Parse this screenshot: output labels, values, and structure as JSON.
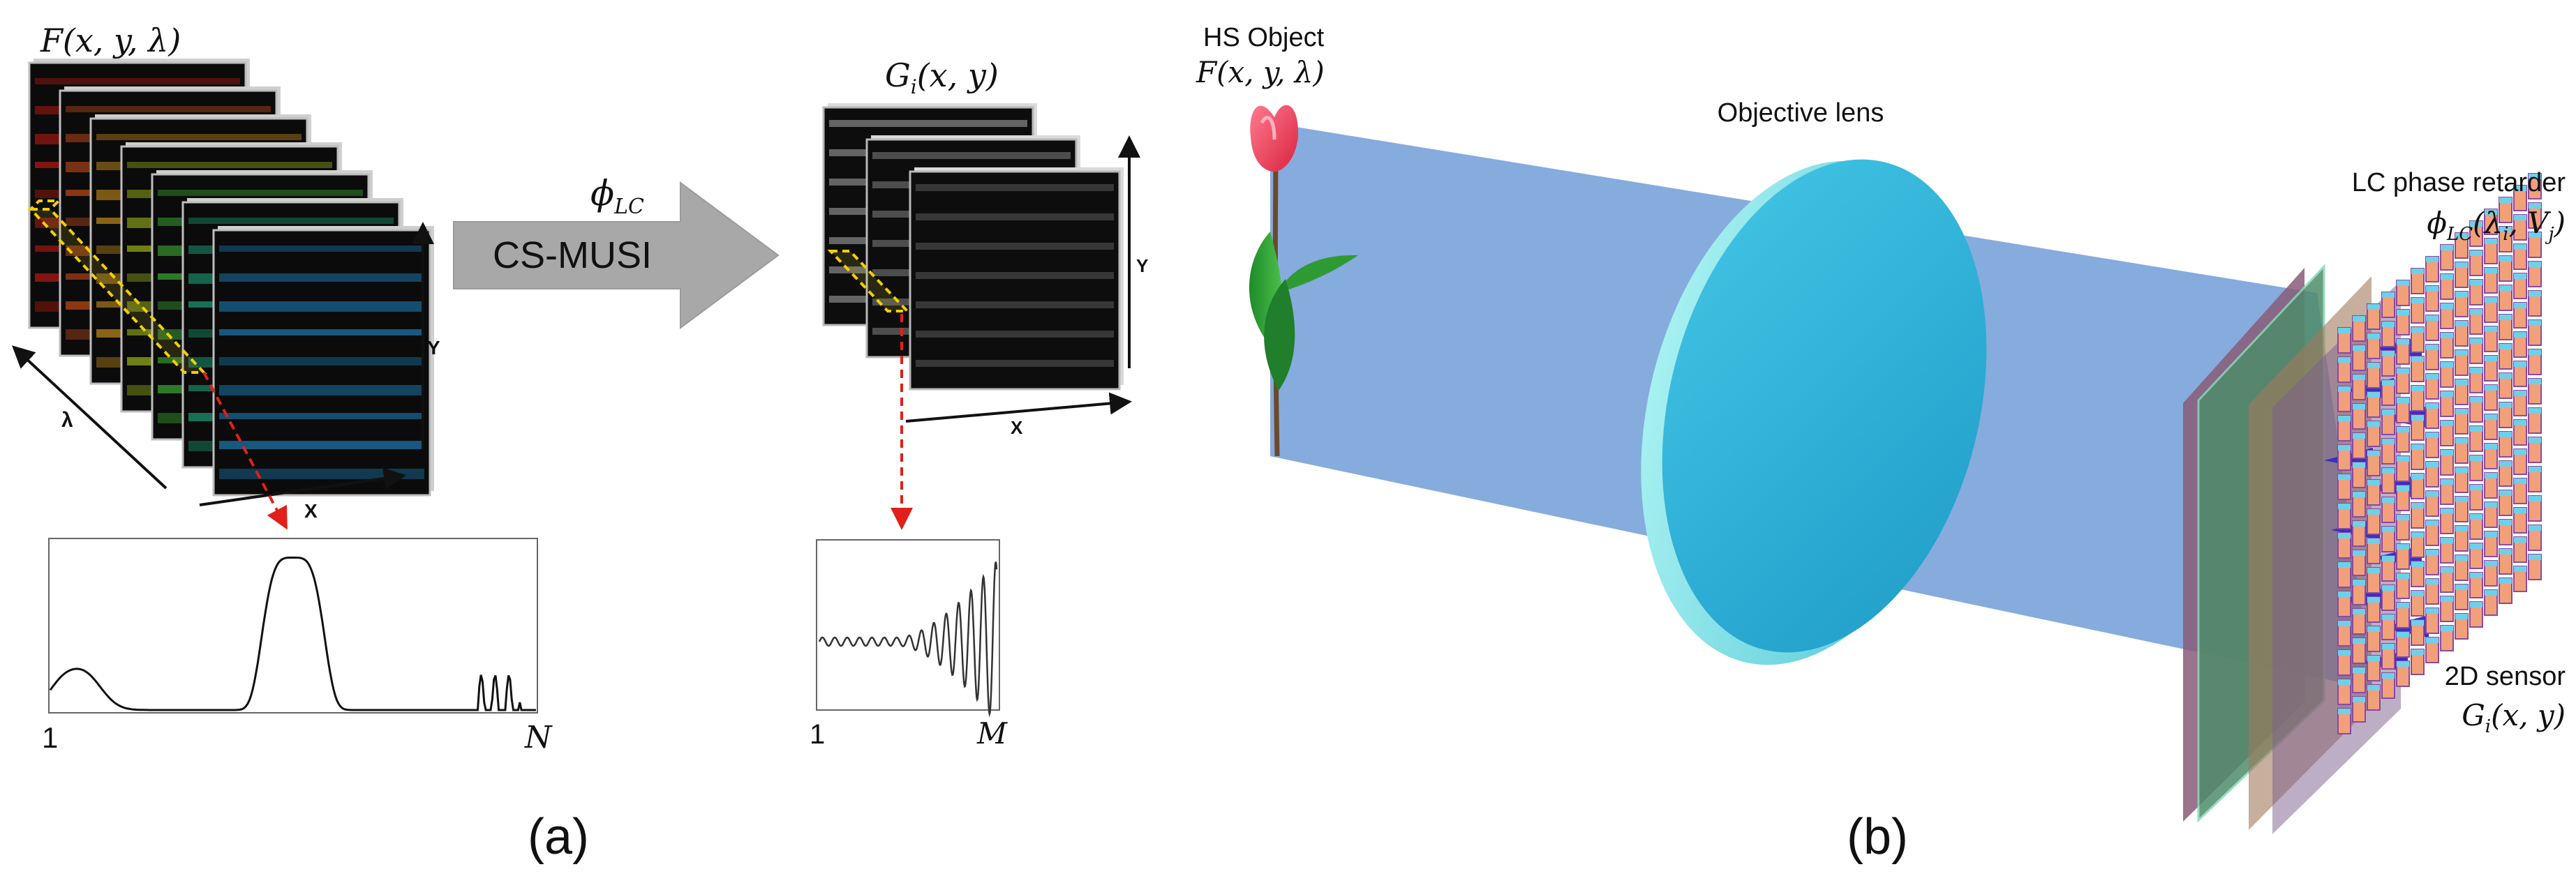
{
  "panel_a": {
    "cube_label": "F(x, y, λ)",
    "cube_axes": {
      "lambda": "λ",
      "x": "X",
      "y": "Y"
    },
    "cube_layer_colors": [
      "#d81c12",
      "#e6561a",
      "#e8a21e",
      "#b4d21c",
      "#46c93a",
      "#1fb88a",
      "#1e8fd0"
    ],
    "arrow_top_label": "ϕ_LC",
    "arrow_text": "CS-MUSI",
    "frames_label": "G_i(x, y)",
    "frames_axes": {
      "x": "X",
      "y": "Y"
    },
    "spectrum_ticks": {
      "start": "1",
      "end": "N"
    },
    "measurement_ticks": {
      "start": "1",
      "end": "M"
    },
    "caption": "(a)"
  },
  "panel_b": {
    "object_label_1": "HS Object",
    "object_label_2": "F(x, y, λ)",
    "lens_label": "Objective lens",
    "retarder_label_1": "LC phase retarder",
    "retarder_label_2": "ϕ_LC(λ_i, V_j)",
    "sensor_label_1": "2D sensor",
    "sensor_label_2": "G_i(x, y)",
    "caption": "(b)",
    "colors": {
      "beam": "#7fa6db",
      "lens": "#2ab8dc",
      "lens_rim": "#7fe3ea",
      "retarder": "#5d8a68",
      "sensor_a": "#f2a07a",
      "sensor_b": "#6fd0ea",
      "sensor_c": "#8a4aa0",
      "arrows": "#3a2fc0"
    }
  }
}
